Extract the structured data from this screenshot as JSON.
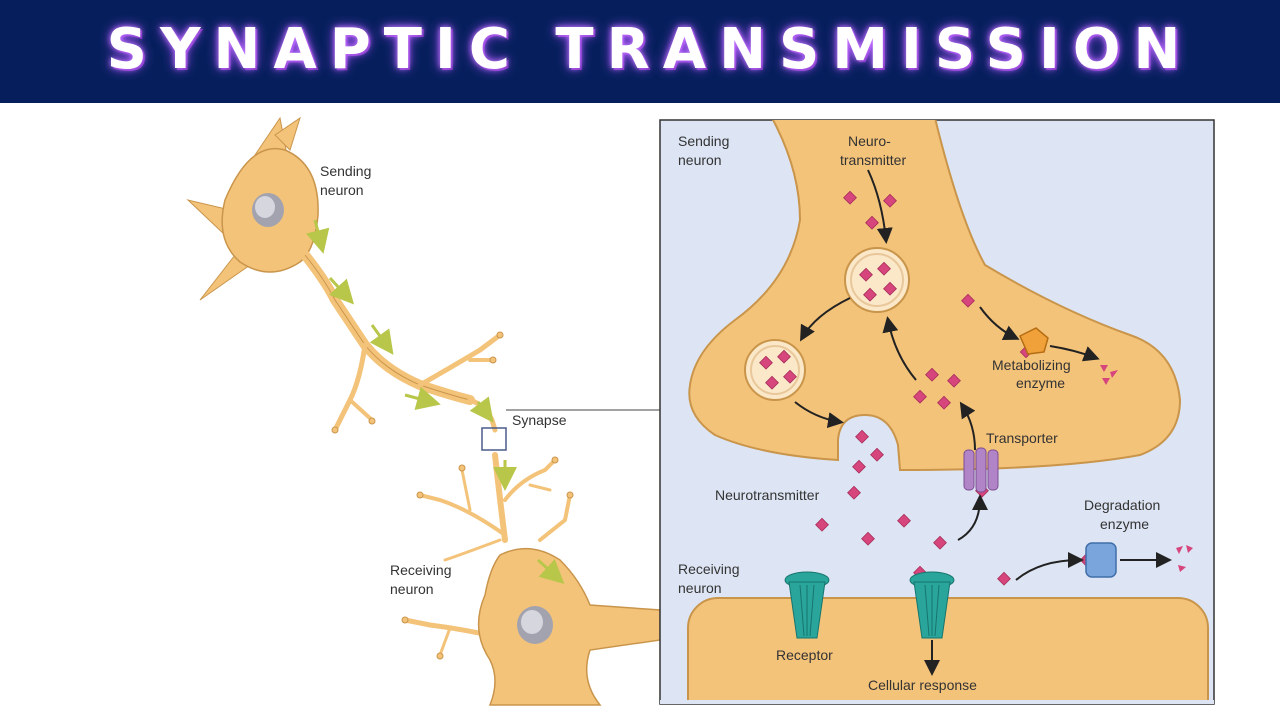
{
  "title": "SYNAPTIC TRANSMISSION",
  "left": {
    "sending_neuron": [
      "Sending",
      "neuron"
    ],
    "synapse": "Synapse",
    "receiving_neuron": [
      "Receiving",
      "neuron"
    ]
  },
  "inset": {
    "sending_neuron": [
      "Sending",
      "neuron"
    ],
    "neurotransmitter_top": [
      "Neuro-",
      "transmitter"
    ],
    "metabolizing_enzyme": [
      "Metabolizing",
      "enzyme"
    ],
    "transporter": "Transporter",
    "neurotransmitter": "Neurotransmitter",
    "degradation_enzyme": [
      "Degradation",
      "enzyme"
    ],
    "receiving_neuron": [
      "Receiving",
      "neuron"
    ],
    "receptor": "Receptor",
    "cellular_response": "Cellular response"
  },
  "colors": {
    "banner": "#061f5c",
    "neuron": "#f4c37a",
    "neuron_edge": "#c9954b",
    "inset_bg": "#dde5f4",
    "molecule": "#d6457c",
    "receptor": "#2aa59b",
    "transporter": "#b184c7",
    "metabolizing_enzyme": "#f0a13a",
    "degradation_enzyme": "#7aa5dc"
  }
}
